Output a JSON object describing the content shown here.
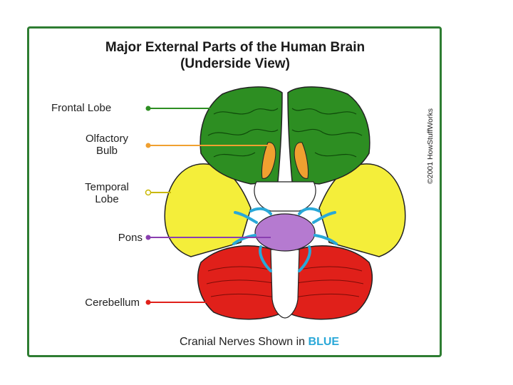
{
  "title_line1": "Major External Parts of the Human Brain",
  "title_line2": "(Underside View)",
  "credit": "©2001 HowStuffWorks",
  "caption_prefix": "Cranial Nerves Shown in",
  "caption_highlight": "BLUE",
  "labels": {
    "frontal_lobe": "Frontal Lobe",
    "olfactory_line1": "Olfactory",
    "olfactory_line2": "Bulb",
    "temporal_line1": "Temporal",
    "temporal_line2": "Lobe",
    "pons": "Pons",
    "cerebellum": "Cerebellum"
  },
  "colors": {
    "frame": "#2e7d32",
    "frontal_lobe": "#2d8e22",
    "olfactory_bulb": "#f0a030",
    "temporal_lobe": "#f4ee3a",
    "pons": "#b57ad0",
    "cerebellum": "#e0201a",
    "cranial_nerves": "#29a8d8"
  }
}
